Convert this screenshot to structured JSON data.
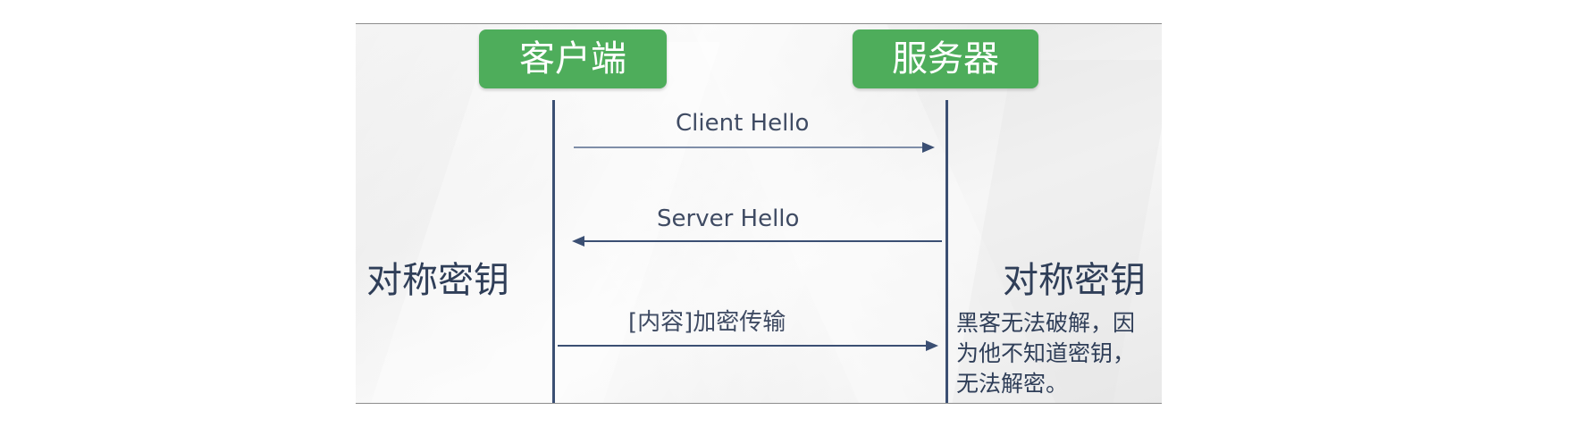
{
  "participants": {
    "client": "客户端",
    "server": "服务器"
  },
  "messages": [
    {
      "label": "Client Hello",
      "direction": "client-to-server"
    },
    {
      "label": "Server Hello",
      "direction": "server-to-client"
    },
    {
      "label": "[内容]加密传输",
      "direction": "client-to-server"
    }
  ],
  "side_labels": {
    "client": "对称密钥",
    "server": "对称密钥"
  },
  "server_note": "黑客无法破解，因为他不知道密钥，无法解密。",
  "colors": {
    "participant_box": "#4ead5b",
    "lifeline": "#3b4f73",
    "arrow": "#3b4f73",
    "text": "#2f3e58"
  }
}
